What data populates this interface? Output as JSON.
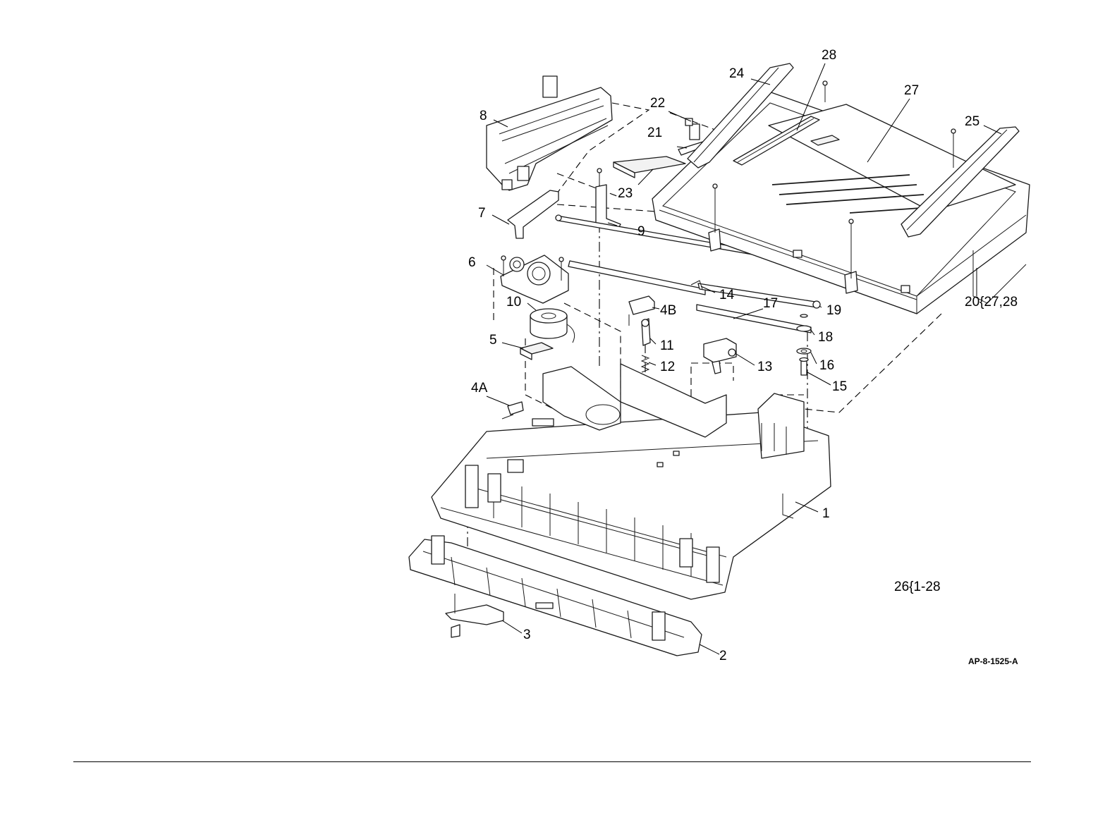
{
  "callouts": {
    "c1": "1",
    "c2": "2",
    "c3": "3",
    "c4A": "4A",
    "c4B": "4B",
    "c5": "5",
    "c6": "6",
    "c7": "7",
    "c8": "8",
    "c9": "9",
    "c10": "10",
    "c11": "11",
    "c12": "12",
    "c13": "13",
    "c14": "14",
    "c15": "15",
    "c16": "16",
    "c17": "17",
    "c18": "18",
    "c19": "19",
    "c20": "20{27,28",
    "c21": "21",
    "c22": "22",
    "c23": "23",
    "c24": "24",
    "c25": "25",
    "c26": "26{1-28",
    "c27": "27",
    "c28": "28"
  },
  "figure_id": "AP-8-1525-A"
}
